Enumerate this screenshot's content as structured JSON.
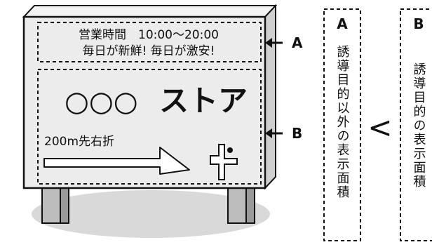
{
  "sign": {
    "area_a_line1": "営業時間　10:00〜20:00",
    "area_a_line2": "毎日が新鮮! 毎日が激安!",
    "store_circles": "○○○",
    "store_name": "ストア",
    "direction_text": "200m先右折"
  },
  "markers": {
    "a_label": "A",
    "b_label": "B"
  },
  "comparison": {
    "a_letter": "A",
    "a_text": "誘導目的以外の表示面積",
    "operator": "<",
    "b_letter": "B",
    "b_text": "誘導目的の表示面積"
  },
  "colors": {
    "ink": "#111111",
    "sign_face": "#ececec",
    "sign_side": "#cfcfcf",
    "shadow": "#d9d9d9",
    "post": "#bdbdbd"
  }
}
